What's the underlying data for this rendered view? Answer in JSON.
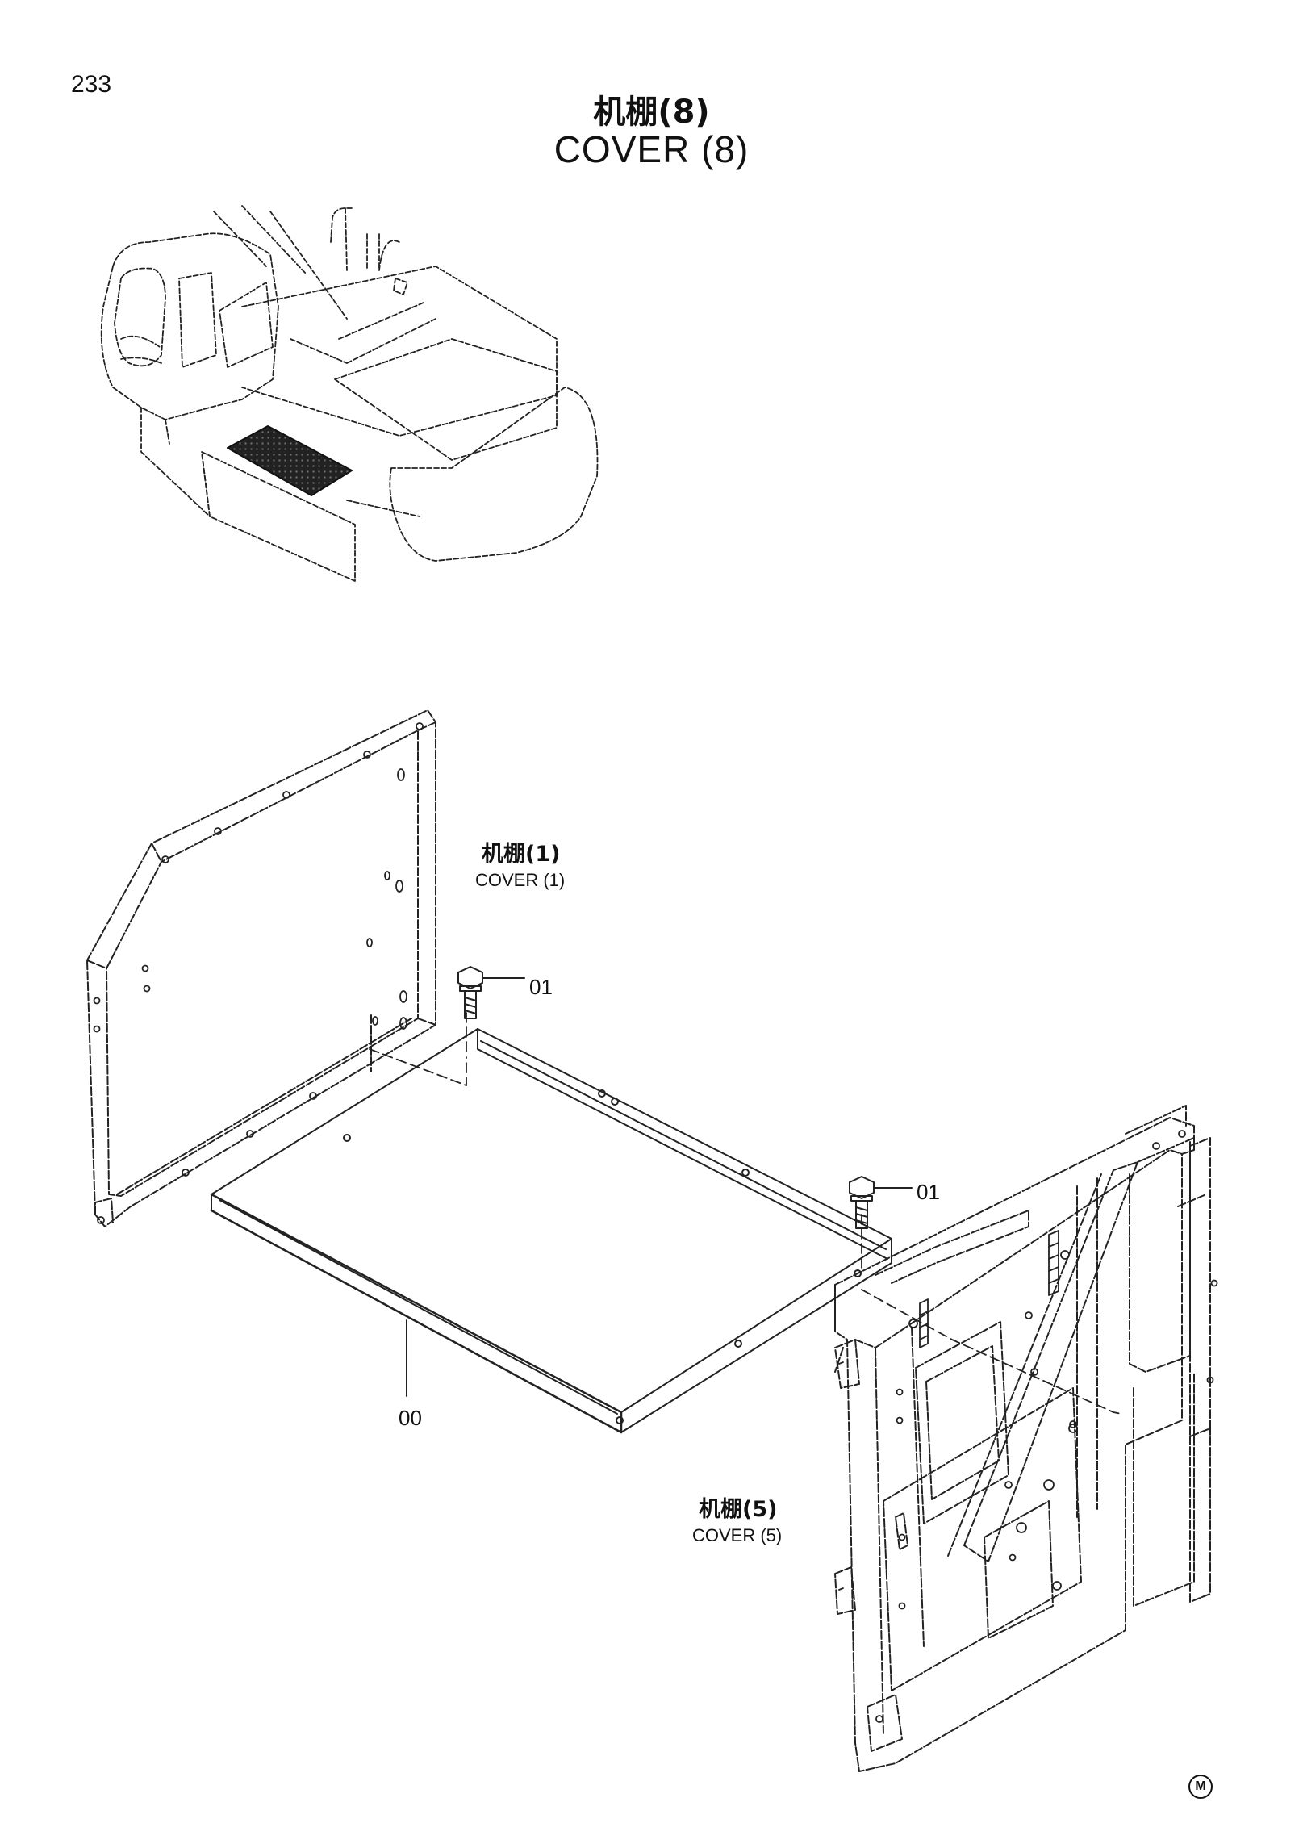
{
  "page_number": "233",
  "title": {
    "zh": "机棚(8)",
    "en": "COVER (8)"
  },
  "labels": {
    "cover1_zh": "机棚(1)",
    "cover1_en": "COVER (1)",
    "cover5_zh": "机棚(5)",
    "cover5_en": "COVER (5)"
  },
  "callouts": {
    "bolt_upper": "01",
    "bolt_lower": "01",
    "cover_plate": "00"
  },
  "mark": "M"
}
